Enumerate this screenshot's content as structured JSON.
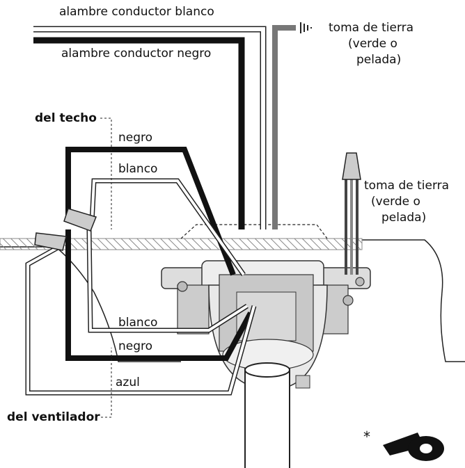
{
  "labels": {
    "white_supply_wire": "alambre conductor blanco",
    "black_supply_wire": "alambre conductor negro",
    "ground_top_line1": "toma de tierra",
    "ground_top_line2": "(verde o",
    "ground_top_line3": "pelada)",
    "ground_right_line1": "toma de tierra",
    "ground_right_line2": "(verde o",
    "ground_right_line3": "pelada)",
    "from_ceiling": "del techo",
    "from_fan": "del ventilador",
    "black_upper": "negro",
    "white_upper": "blanco",
    "white_lower": "blanco",
    "black_lower": "negro",
    "blue": "azul",
    "asterisk": "*"
  },
  "icons": {
    "ground_symbol": "ground-icon",
    "wire_nut": "wire-nut-icon",
    "tape": "electrical-tape-icon"
  },
  "colors": {
    "black_wire": "#111111",
    "white_wire": "#ffffff",
    "ground_wire": "#777777",
    "outline": "#222222",
    "bracket_gray": "#bdbdbd",
    "dark_gray": "#555555"
  }
}
